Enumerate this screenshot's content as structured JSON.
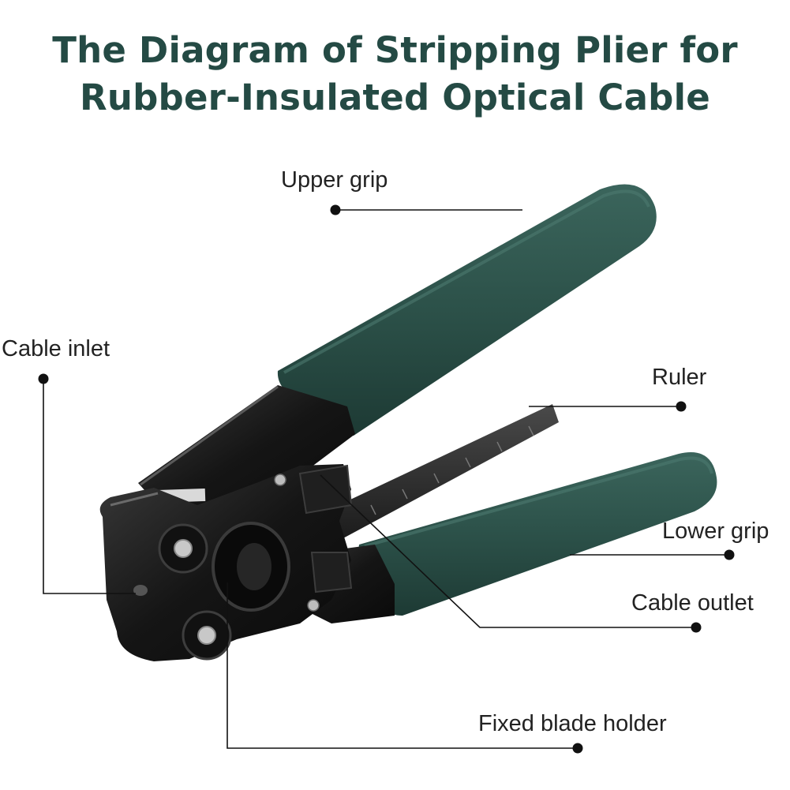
{
  "title": {
    "line1": "The Diagram of Stripping Plier for",
    "line2": "Rubber-Insulated Optical Cable"
  },
  "callouts": [
    {
      "key": "upper_grip",
      "label": "Upper grip"
    },
    {
      "key": "cable_inlet",
      "label": "Cable inlet"
    },
    {
      "key": "ruler",
      "label": "Ruler"
    },
    {
      "key": "lower_grip",
      "label": "Lower grip"
    },
    {
      "key": "cable_outlet",
      "label": "Cable outlet"
    },
    {
      "key": "fixed_blade_holder",
      "label": "Fixed blade holder"
    }
  ],
  "colors": {
    "title": "#244a44",
    "grip": "#2c5149",
    "metal": "#161616",
    "leader": "#111111"
  }
}
